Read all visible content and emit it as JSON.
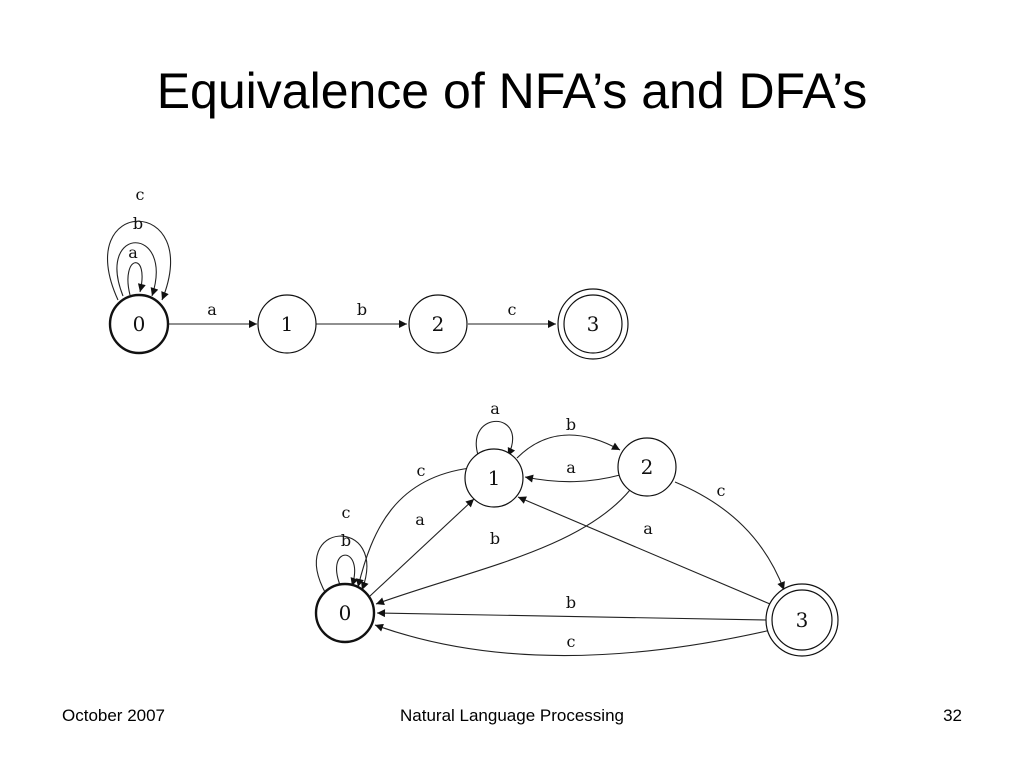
{
  "slide": {
    "title": "Equivalence of NFA’s and DFA’s",
    "footer": {
      "date": "October 2007",
      "course": "Natural Language Processing",
      "page": "32"
    }
  },
  "nfa": {
    "states": [
      {
        "id": "0",
        "start": true,
        "accepting": false
      },
      {
        "id": "1",
        "start": false,
        "accepting": false
      },
      {
        "id": "2",
        "start": false,
        "accepting": false
      },
      {
        "id": "3",
        "start": false,
        "accepting": true
      }
    ],
    "transitions": [
      {
        "from": "0",
        "to": "0",
        "labels": [
          "a",
          "b",
          "c"
        ]
      },
      {
        "from": "0",
        "to": "1",
        "labels": [
          "a"
        ]
      },
      {
        "from": "1",
        "to": "2",
        "labels": [
          "b"
        ]
      },
      {
        "from": "2",
        "to": "3",
        "labels": [
          "c"
        ]
      }
    ]
  },
  "dfa": {
    "states": [
      {
        "id": "0",
        "start": true,
        "accepting": false
      },
      {
        "id": "1",
        "start": false,
        "accepting": false
      },
      {
        "id": "2",
        "start": false,
        "accepting": false
      },
      {
        "id": "3",
        "start": false,
        "accepting": true
      }
    ],
    "transitions": [
      {
        "from": "0",
        "to": "0",
        "labels": [
          "b",
          "c"
        ]
      },
      {
        "from": "0",
        "to": "1",
        "labels": [
          "a"
        ]
      },
      {
        "from": "1",
        "to": "1",
        "labels": [
          "a"
        ]
      },
      {
        "from": "1",
        "to": "0",
        "labels": [
          "c"
        ]
      },
      {
        "from": "1",
        "to": "2",
        "labels": [
          "b"
        ]
      },
      {
        "from": "2",
        "to": "1",
        "labels": [
          "a"
        ]
      },
      {
        "from": "2",
        "to": "0",
        "labels": [
          "b"
        ]
      },
      {
        "from": "2",
        "to": "3",
        "labels": [
          "c"
        ]
      },
      {
        "from": "3",
        "to": "1",
        "labels": [
          "a"
        ]
      },
      {
        "from": "3",
        "to": "0",
        "labels": [
          "b"
        ]
      },
      {
        "from": "3",
        "to": "0",
        "labels": [
          "c"
        ]
      }
    ]
  }
}
